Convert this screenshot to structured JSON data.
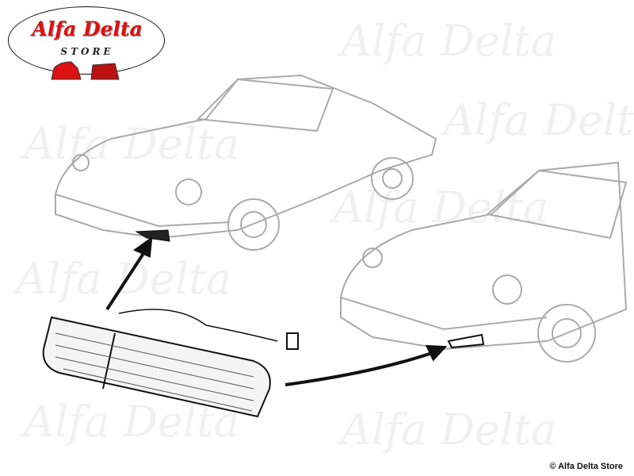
{
  "logo": {
    "title": "Alfa Delta",
    "subtitle": "STORE"
  },
  "watermark": "Alfa Delta",
  "copyright": "© Alfa Delta Store",
  "colors": {
    "logo_red": "#dd1111",
    "car_outline": "#aaaaaa",
    "part_outline": "#111111"
  }
}
